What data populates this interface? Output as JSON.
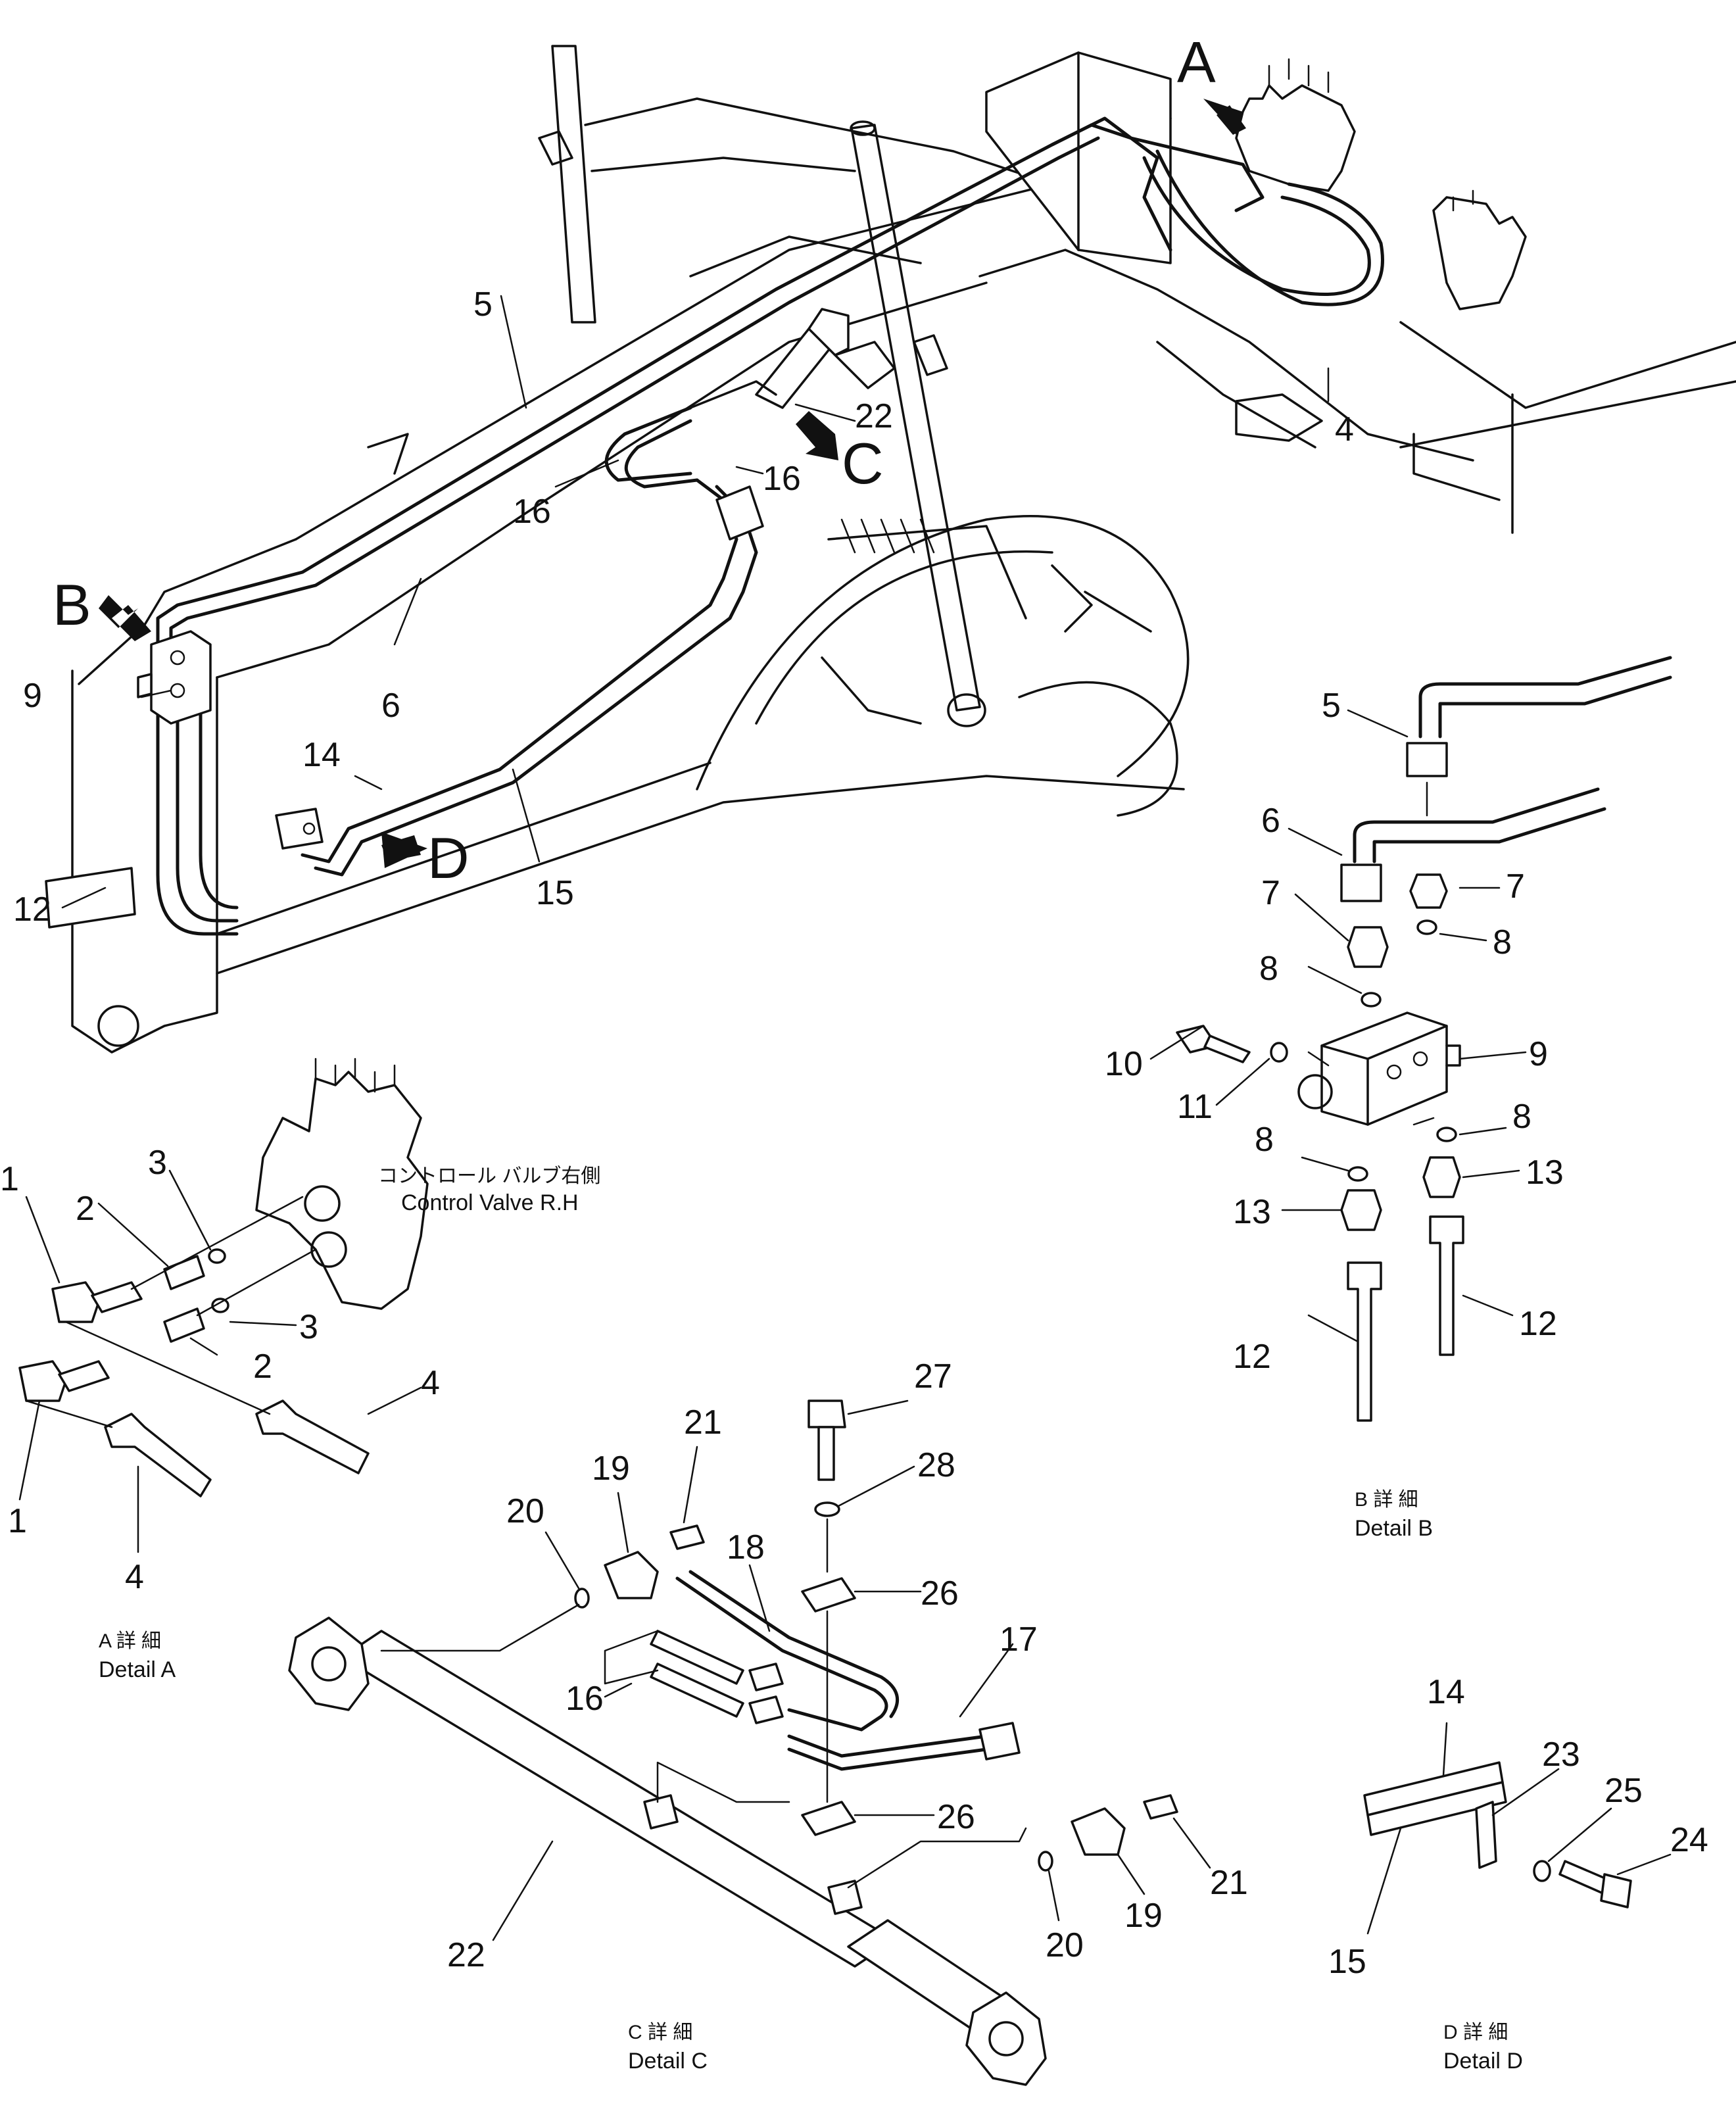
{
  "views": {
    "main": {
      "labels": [
        "A",
        "B",
        "C",
        "D"
      ]
    },
    "detail_a": {
      "caption_jp": "A 詳 細",
      "caption_en": "Detail A",
      "valve_note_jp": "コントロール バルブ右側",
      "valve_note_en": "Control Valve R.H"
    },
    "detail_b": {
      "caption_jp": "B 詳 細",
      "caption_en": "Detail B"
    },
    "detail_c": {
      "caption_jp": "C 詳 細",
      "caption_en": "Detail C"
    },
    "detail_d": {
      "caption_jp": "D 詳 細",
      "caption_en": "Detail D"
    }
  },
  "callouts": {
    "main": [
      "5",
      "22",
      "16",
      "16",
      "4",
      "9",
      "6",
      "14",
      "15",
      "12"
    ],
    "detail_a": [
      "1",
      "2",
      "3",
      "3",
      "2",
      "4",
      "1",
      "4"
    ],
    "detail_b": [
      "5",
      "6",
      "7",
      "7",
      "8",
      "8",
      "10",
      "11",
      "9",
      "8",
      "8",
      "13",
      "13",
      "12",
      "12"
    ],
    "detail_c": [
      "27",
      "28",
      "21",
      "19",
      "20",
      "18",
      "26",
      "17",
      "16",
      "26",
      "21",
      "19",
      "20",
      "22"
    ],
    "detail_d": [
      "14",
      "23",
      "25",
      "24",
      "15"
    ]
  }
}
